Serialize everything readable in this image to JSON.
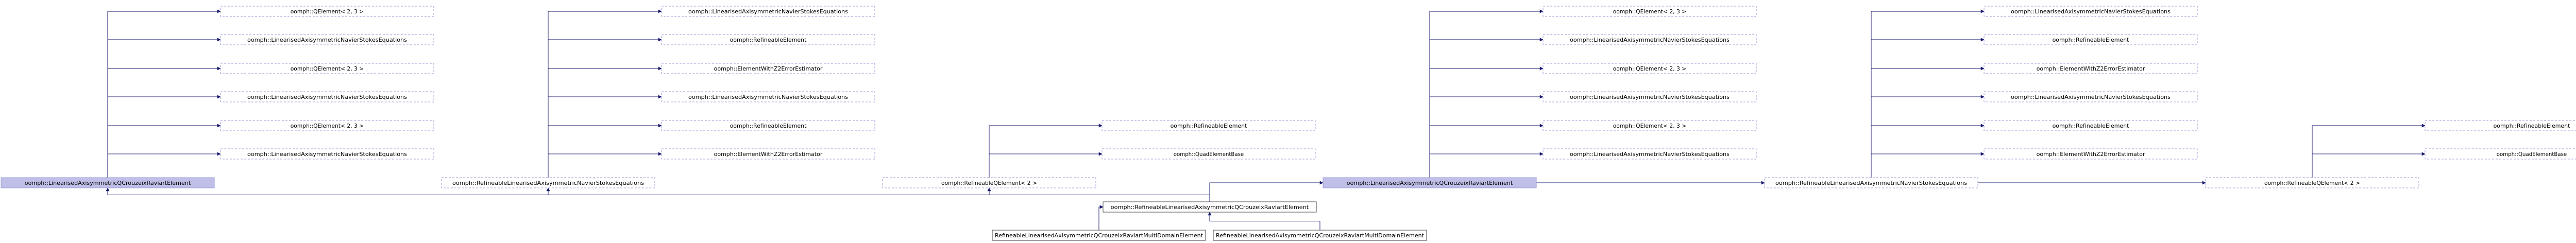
{
  "colors": {
    "edge": "#191970",
    "node_fill": "#ffffff",
    "node_border_dashed": "#9a9ad8",
    "node_fill_highlight": "#bfbfe8",
    "node_border_solid": "#404040",
    "text": "#000000"
  },
  "nodes": [
    {
      "id": "c1_l1",
      "label": "oomph::QElement< 2, 3 >",
      "style": "dashed"
    },
    {
      "id": "c1_l2",
      "label": "oomph::LinearisedAxisymmetricNavierStokesEquations",
      "style": "dashed"
    },
    {
      "id": "c1_l3",
      "label": "oomph::QElement< 2, 3 >",
      "style": "dashed"
    },
    {
      "id": "c1_l4",
      "label": "oomph::LinearisedAxisymmetricNavierStokesEquations",
      "style": "dashed"
    },
    {
      "id": "c1_l5",
      "label": "oomph::QElement< 2, 3 >",
      "style": "dashed"
    },
    {
      "id": "c1_l6",
      "label": "oomph::LinearisedAxisymmetricNavierStokesEquations",
      "style": "dashed"
    },
    {
      "id": "c1_p",
      "label": "oomph::LinearisedAxisymmetricQCrouzeixRaviartElement",
      "style": "highlight"
    },
    {
      "id": "c2_l1",
      "label": "oomph::LinearisedAxisymmetricNavierStokesEquations",
      "style": "dashed"
    },
    {
      "id": "c2_l2",
      "label": "oomph::RefineableElement",
      "style": "dashed"
    },
    {
      "id": "c2_l3",
      "label": "oomph::ElementWithZ2ErrorEstimator",
      "style": "dashed"
    },
    {
      "id": "c2_l4",
      "label": "oomph::LinearisedAxisymmetricNavierStokesEquations",
      "style": "dashed"
    },
    {
      "id": "c2_l5",
      "label": "oomph::RefineableElement",
      "style": "dashed"
    },
    {
      "id": "c2_l6",
      "label": "oomph::ElementWithZ2ErrorEstimator",
      "style": "dashed"
    },
    {
      "id": "c2_p",
      "label": "oomph::RefineableLinearisedAxisymmetricNavierStokesEquations",
      "style": "dashed"
    },
    {
      "id": "c3_l1",
      "label": "oomph::RefineableElement",
      "style": "dashed"
    },
    {
      "id": "c3_l2",
      "label": "oomph::QuadElementBase",
      "style": "dashed"
    },
    {
      "id": "c3_p",
      "label": "oomph::RefineableQElement< 2 >",
      "style": "dashed"
    },
    {
      "id": "c4_l1",
      "label": "oomph::QElement< 2, 3 >",
      "style": "dashed"
    },
    {
      "id": "c4_l2",
      "label": "oomph::LinearisedAxisymmetricNavierStokesEquations",
      "style": "dashed"
    },
    {
      "id": "c4_l3",
      "label": "oomph::QElement< 2, 3 >",
      "style": "dashed"
    },
    {
      "id": "c4_l4",
      "label": "oomph::LinearisedAxisymmetricNavierStokesEquations",
      "style": "dashed"
    },
    {
      "id": "c4_l5",
      "label": "oomph::QElement< 2, 3 >",
      "style": "dashed"
    },
    {
      "id": "c4_l6",
      "label": "oomph::LinearisedAxisymmetricNavierStokesEquations",
      "style": "dashed"
    },
    {
      "id": "c4_p",
      "label": "oomph::LinearisedAxisymmetricQCrouzeixRaviartElement",
      "style": "highlight"
    },
    {
      "id": "c5_l1",
      "label": "oomph::LinearisedAxisymmetricNavierStokesEquations",
      "style": "dashed"
    },
    {
      "id": "c5_l2",
      "label": "oomph::RefineableElement",
      "style": "dashed"
    },
    {
      "id": "c5_l3",
      "label": "oomph::ElementWithZ2ErrorEstimator",
      "style": "dashed"
    },
    {
      "id": "c5_l4",
      "label": "oomph::LinearisedAxisymmetricNavierStokesEquations",
      "style": "dashed"
    },
    {
      "id": "c5_l5",
      "label": "oomph::RefineableElement",
      "style": "dashed"
    },
    {
      "id": "c5_l6",
      "label": "oomph::ElementWithZ2ErrorEstimator",
      "style": "dashed"
    },
    {
      "id": "c5_p",
      "label": "oomph::RefineableLinearisedAxisymmetricNavierStokesEquations",
      "style": "dashed"
    },
    {
      "id": "c6_l1",
      "label": "oomph::RefineableElement",
      "style": "dashed"
    },
    {
      "id": "c6_l2",
      "label": "oomph::QuadElementBase",
      "style": "dashed"
    },
    {
      "id": "c6_p",
      "label": "oomph::RefineableQElement< 2 >",
      "style": "dashed"
    },
    {
      "id": "main",
      "label": "oomph::RefineableLinearisedAxisymmetricQCrouzeixRaviartElement",
      "style": "solid"
    },
    {
      "id": "child1",
      "label": "RefineableLinearisedAxisymmetricQCrouzeixRaviartMultiDomainElement",
      "style": "solid"
    },
    {
      "id": "child2",
      "label": "RefineableLinearisedAxisymmetricQCrouzeixRaviartMultiDomainElement",
      "style": "solid"
    }
  ],
  "edges": [
    [
      "c1_p",
      "c1_l1"
    ],
    [
      "c1_p",
      "c1_l2"
    ],
    [
      "c1_p",
      "c1_l3"
    ],
    [
      "c1_p",
      "c1_l4"
    ],
    [
      "c1_p",
      "c1_l5"
    ],
    [
      "c1_p",
      "c1_l6"
    ],
    [
      "c2_p",
      "c2_l1"
    ],
    [
      "c2_p",
      "c2_l2"
    ],
    [
      "c2_p",
      "c2_l3"
    ],
    [
      "c2_p",
      "c2_l4"
    ],
    [
      "c2_p",
      "c2_l5"
    ],
    [
      "c2_p",
      "c2_l6"
    ],
    [
      "c3_p",
      "c3_l1"
    ],
    [
      "c3_p",
      "c3_l2"
    ],
    [
      "c4_p",
      "c4_l1"
    ],
    [
      "c4_p",
      "c4_l2"
    ],
    [
      "c4_p",
      "c4_l3"
    ],
    [
      "c4_p",
      "c4_l4"
    ],
    [
      "c4_p",
      "c4_l5"
    ],
    [
      "c4_p",
      "c4_l6"
    ],
    [
      "c5_p",
      "c5_l1"
    ],
    [
      "c5_p",
      "c5_l2"
    ],
    [
      "c5_p",
      "c5_l3"
    ],
    [
      "c5_p",
      "c5_l4"
    ],
    [
      "c5_p",
      "c5_l5"
    ],
    [
      "c5_p",
      "c5_l6"
    ],
    [
      "c6_p",
      "c6_l1"
    ],
    [
      "c6_p",
      "c6_l2"
    ],
    [
      "main",
      "c1_p"
    ],
    [
      "main",
      "c2_p"
    ],
    [
      "main",
      "c3_p"
    ],
    [
      "main",
      "c4_p"
    ],
    [
      "main",
      "c5_p"
    ],
    [
      "main",
      "c6_p"
    ],
    [
      "child1",
      "main"
    ],
    [
      "child2",
      "main"
    ]
  ]
}
